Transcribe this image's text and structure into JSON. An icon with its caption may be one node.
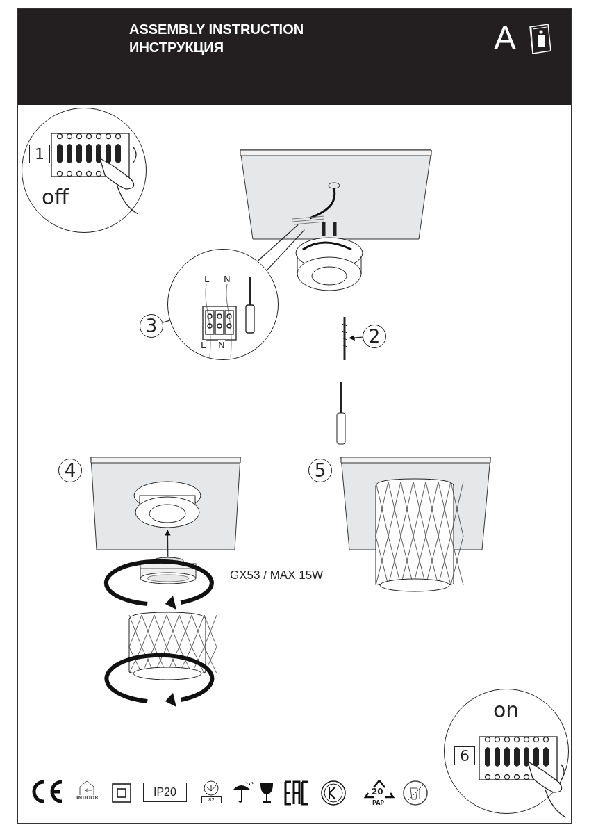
{
  "diagram": {
    "title": "ASSEMBLY INSTRUCTION",
    "nodes": [
      {
        "text": [
          "1",
          "off"
        ]
      },
      {
        "text": [
          "2"
        ]
      },
      {
        "text": [],
        "shape": "picture"
      },
      {
        "text": [
          "3"
        ]
      },
      {
        "text": [
          "L",
          "N",
          "L",
          "N"
        ]
      },
      {
        "text": [],
        "shape": "picture"
      },
      {
        "text": [
          "4"
        ]
      },
      {
        "text": [
          "5"
        ]
      },
      {
        "text": [],
        "shape": "picture"
      },
      {
        "text": [],
        "shape": "picture"
      },
      {
        "text": [
          "on",
          "6"
        ]
      }
    ],
    "edges": [
      {
        "from": 1,
        "to": 2,
        "arrow": "to"
      },
      {
        "from": 3,
        "to": 4,
        "arrow": "none"
      },
      {
        "from": 4,
        "to": 5,
        "arrow": "none"
      },
      {
        "from": 4,
        "to": 5,
        "arrow": "none"
      },
      {
        "from": 9,
        "to": 8,
        "arrow": "to"
      }
    ],
    "labels": [
      "ИНСТРУКЦИЯ",
      "A",
      "GX53 / MAX 15W",
      "INDOOR",
      "IP20",
      "82",
      "20",
      "PAP"
    ]
  }
}
